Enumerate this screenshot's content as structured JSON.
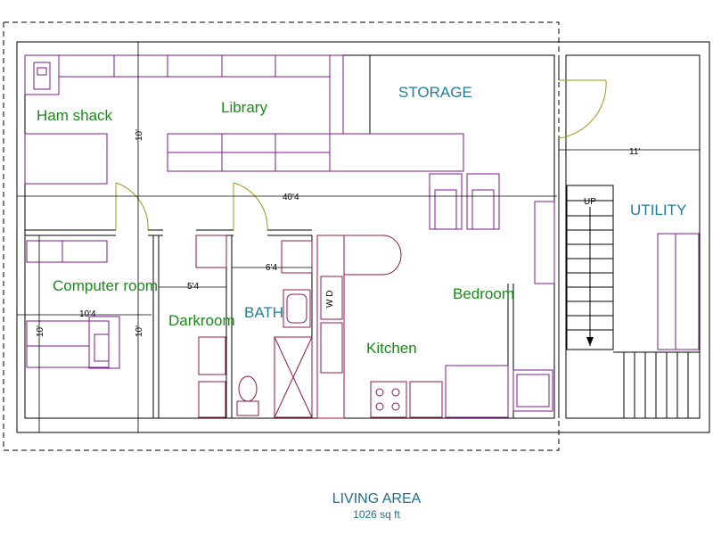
{
  "colors": {
    "wall": "#000000",
    "room_label_green": "#1a8a1a",
    "room_label_teal": "#1f7f9b",
    "fixture": "#8b1a4a",
    "furniture": "#7a1a8a",
    "door": "#9a9a20",
    "caption": "#1f6f8b"
  },
  "rooms": {
    "ham_shack": "Ham shack",
    "library": "Library",
    "storage": "STORAGE",
    "utility": "UTILITY",
    "computer_room": "Computer room",
    "bedroom": "Bedroom",
    "darkroom": "Darkroom",
    "bath": "BATH",
    "kitchen": "Kitchen"
  },
  "dimensions": {
    "overall_width": "40'4",
    "utility_width": "11'",
    "ham_shack_height": "10'",
    "computer_room_width": "10'4",
    "computer_room_height": "10'",
    "computer_room_height_right": "10'",
    "darkroom_width": "5'4",
    "bath_width": "6'4"
  },
  "stair_label": "UP",
  "washer_dryer_label": "W D",
  "caption": {
    "title": "LIVING AREA",
    "area": "1026 sq ft"
  }
}
